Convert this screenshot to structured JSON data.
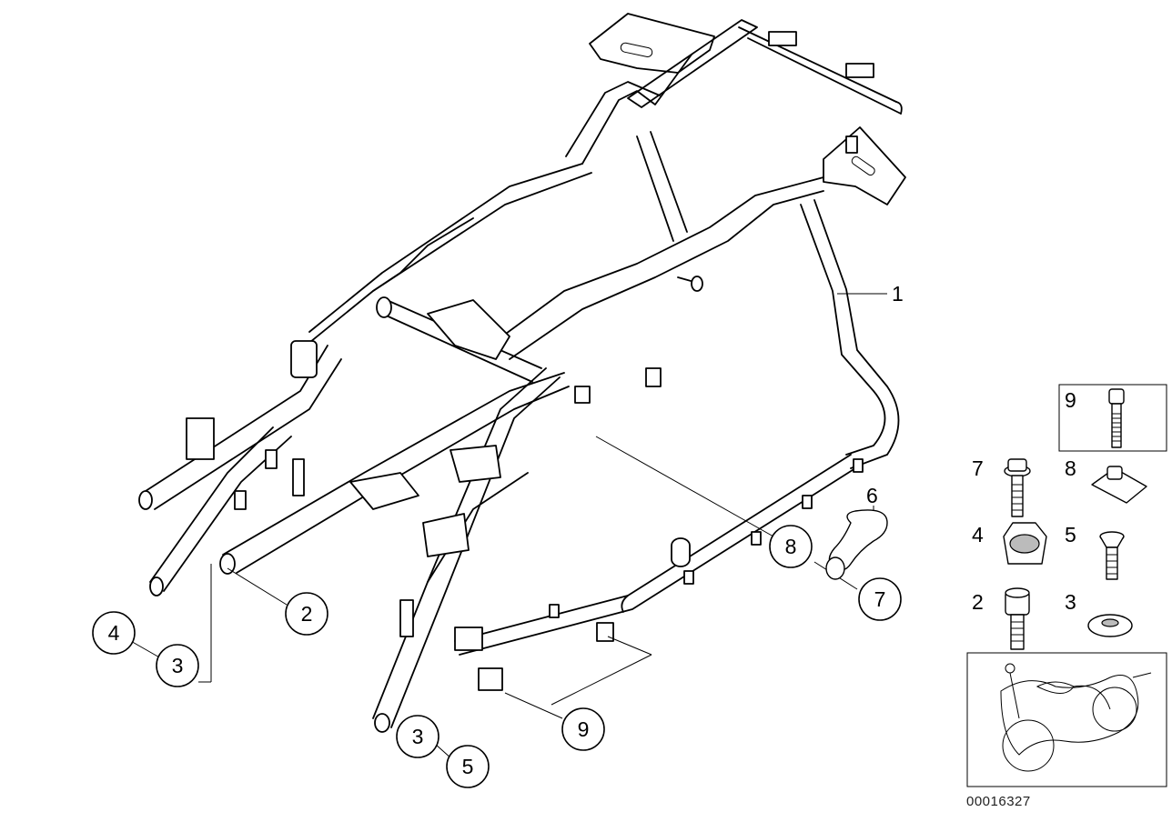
{
  "callouts": {
    "c4_left": "4",
    "c3_left": "3",
    "c2": "2",
    "c3_bottom": "3",
    "c5_bottom": "5",
    "c9_bottom": "9",
    "c8": "8",
    "c7": "7"
  },
  "labels": {
    "l1": "1",
    "l6": "6"
  },
  "parts_legend": {
    "p9": "9",
    "p7": "7",
    "p8": "8",
    "p4": "4",
    "p5": "5",
    "p2": "2",
    "p3": "3"
  },
  "part_code": "00016327",
  "icons": {
    "frame": "rear-subframe-drawing",
    "motorcycle": "motorcycle-thumbnail-icon"
  }
}
